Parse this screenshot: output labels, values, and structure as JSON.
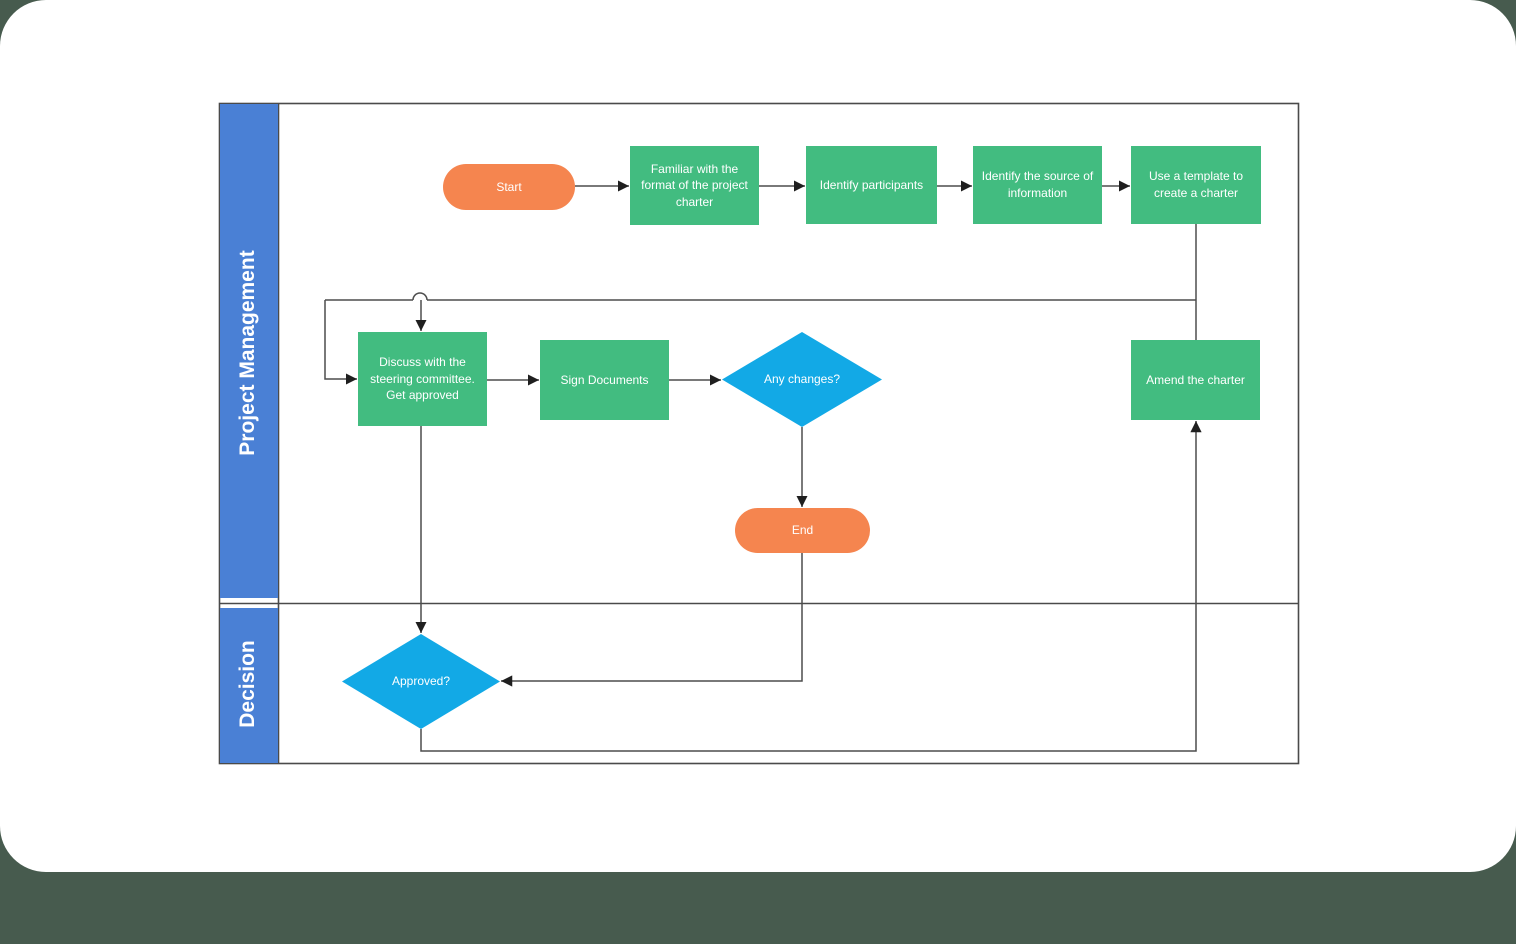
{
  "lanes": {
    "pm": {
      "label": "Project Management"
    },
    "decision": {
      "label": "Decision"
    }
  },
  "nodes": {
    "start": {
      "label": "Start",
      "type": "terminator"
    },
    "familiar_format": {
      "label": "Familiar with the format of the project charter",
      "type": "process"
    },
    "identify_participants": {
      "label": "Identify participants",
      "type": "process"
    },
    "identify_source": {
      "label": "Identify the source of information",
      "type": "process"
    },
    "use_template": {
      "label": "Use a template to create a charter",
      "type": "process"
    },
    "discuss_committee": {
      "label": "Discuss with the steering committee. Get approved",
      "type": "process"
    },
    "sign_documents": {
      "label": "Sign Documents",
      "type": "process"
    },
    "any_changes": {
      "label": "Any changes?",
      "type": "decision"
    },
    "end": {
      "label": "End",
      "type": "terminator"
    },
    "amend_charter": {
      "label": "Amend the charter",
      "type": "process"
    },
    "approved": {
      "label": "Approved?",
      "type": "decision"
    }
  },
  "colors": {
    "lane_bar": "#4A80D5",
    "process": "#42BC80",
    "terminator": "#F5854F",
    "decision": "#12A9E6",
    "connector": "#4D4D4D",
    "arrow": "#1F1F1F",
    "frame": "#4A4A4A",
    "text": "#FFFFFF",
    "page_bg": "#475B4E"
  }
}
